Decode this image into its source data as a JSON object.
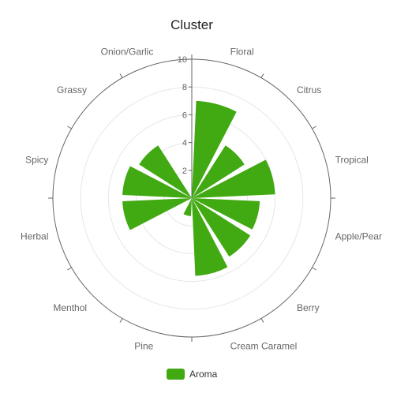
{
  "chart_data": {
    "type": "bar",
    "polar": true,
    "title": "Cluster",
    "categories": [
      "Floral",
      "Citrus",
      "Tropical",
      "Apple/Pear",
      "Berry",
      "Cream Caramel",
      "Pine",
      "Menthol",
      "Herbal",
      "Spicy",
      "Grassy",
      "Onion/Garlic"
    ],
    "series": [
      {
        "name": "Aroma",
        "color": "#41a912",
        "values": [
          7.0,
          4.5,
          6.0,
          4.9,
          5.0,
          5.6,
          1.3,
          0.0,
          5.0,
          5.0,
          4.5,
          0.0
        ]
      }
    ],
    "rlim": [
      0,
      10
    ],
    "rticks": [
      "0",
      "2",
      "4",
      "6",
      "8",
      "10"
    ],
    "grid": true,
    "legend": "bottom"
  }
}
